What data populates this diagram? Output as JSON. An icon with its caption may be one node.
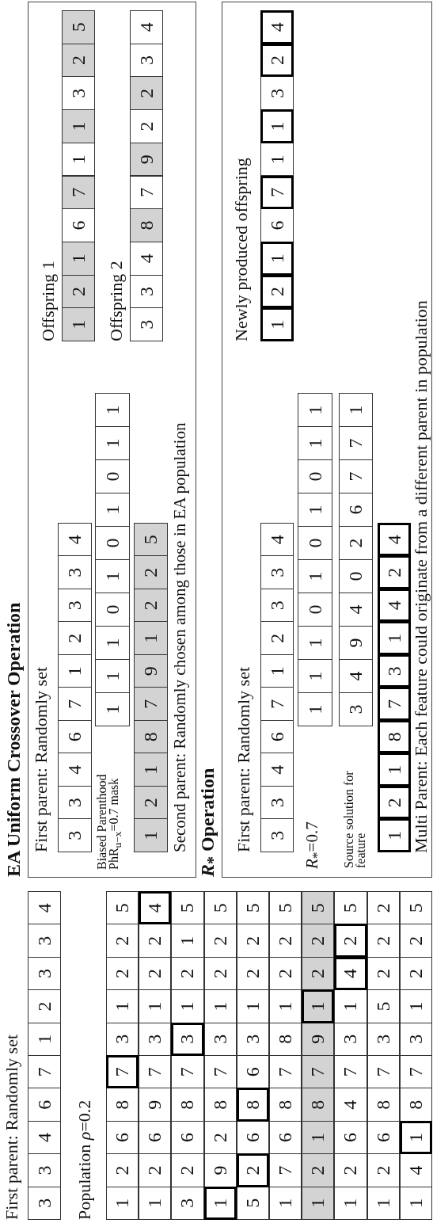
{
  "diagram": {
    "nodes": [
      {
        "text": [
          "3",
          "3",
          "4",
          "6",
          "7",
          "1",
          "2",
          "3",
          "3",
          "4"
        ],
        "beside": [
          "First parent: Randomly set"
        ]
      },
      {
        "text": [
          "1",
          "2",
          "6",
          "8",
          "7",
          "3",
          "1",
          "2",
          "2",
          "5"
        ]
      },
      {
        "text": [
          "1",
          "2",
          "6",
          "9",
          "7",
          "3",
          "1",
          "2",
          "2",
          "4"
        ]
      },
      {
        "text": [
          "3",
          "2",
          "6",
          "8",
          "7",
          "3",
          "1",
          "2",
          "1",
          "5"
        ]
      },
      {
        "text": [
          "1",
          "9",
          "2",
          "8",
          "7",
          "3",
          "1",
          "2",
          "2",
          "5"
        ]
      },
      {
        "text": [
          "5",
          "2",
          "6",
          "8",
          "6",
          "3",
          "1",
          "2",
          "2",
          "5"
        ]
      },
      {
        "text": [
          "1",
          "7",
          "6",
          "8",
          "7",
          "8",
          "1",
          "2",
          "2",
          "5"
        ]
      },
      {
        "text": [
          "1",
          "2",
          "1",
          "8",
          "7",
          "9",
          "1",
          "2",
          "2",
          "5"
        ]
      },
      {
        "text": [
          "1",
          "2",
          "6",
          "4",
          "7",
          "3",
          "1",
          "4",
          "2",
          "5"
        ]
      },
      {
        "text": [
          "1",
          "2",
          "6",
          "8",
          "7",
          "3",
          "5",
          "2",
          "2",
          "2"
        ]
      },
      {
        "text": [
          "1",
          "4",
          "1",
          "8",
          "7",
          "3",
          "1",
          "2",
          "2",
          "5"
        ]
      },
      {
        "text": [
          "EA Uniform Crossover Operation"
        ]
      },
      {
        "text": [
          "3",
          "3",
          "4",
          "6",
          "7",
          "1",
          "2",
          "3",
          "3",
          "4"
        ],
        "in": 11,
        "beside": [
          "First parent: Randomly set"
        ]
      },
      {
        "text": [
          "1",
          "1",
          "1",
          "0",
          "1",
          "0",
          "1",
          "0",
          "1",
          "1"
        ],
        "in": 11
      },
      {
        "text": [
          "1",
          "2",
          "1",
          "8",
          "7",
          "9",
          "1",
          "2",
          "2",
          "5"
        ],
        "in": 11,
        "beside": [
          "Second parent: Randomly chosen among those in EA population"
        ]
      },
      {
        "text": [
          "1",
          "2",
          "1",
          "6",
          "7",
          "1",
          "1",
          "3",
          "2",
          "5"
        ],
        "in": 11,
        "beside": [
          "Offspring 1"
        ]
      },
      {
        "text": [
          "3",
          "3",
          "4",
          "8",
          "7",
          "9",
          "2",
          "2",
          "3",
          "4"
        ],
        "in": 11,
        "beside": [
          "Offspring 2"
        ]
      },
      {
        "text": [
          "*R*$_{*}$ Operation"
        ]
      },
      {
        "text": [
          "3",
          "3",
          "4",
          "6",
          "7",
          "1",
          "2",
          "3",
          "3",
          "4"
        ],
        "in": 17,
        "beside": [
          "First parent: Randomly set"
        ]
      },
      {
        "text": [
          "1",
          "1",
          "1",
          "0",
          "1",
          "0",
          "1",
          "0",
          "1",
          "1"
        ],
        "in": 17
      },
      {
        "text": [
          "3",
          "4",
          "9",
          "4",
          "0",
          "2",
          "6",
          "7",
          "7",
          "1"
        ],
        "in": 17
      },
      {
        "text": [
          "1",
          "2",
          "1",
          "8",
          "7",
          "3",
          "1",
          "4",
          "2",
          "4"
        ],
        "in": 17,
        "beside": [
          "Source solution for feature"
        ]
      },
      {
        "text": [
          "1",
          "2",
          "1",
          "6",
          "7",
          "1",
          "1",
          "3",
          "2",
          "4"
        ],
        "in": 17,
        "beside": [
          "Newly produced offspring"
        ]
      }
    ],
    "labels": [
      "Population *ρ*=0.2",
      "Biased Parenthood PhR$_{u−x}$=0.7 mask",
      "*R*$_{*}$=0.7",
      "Multi Parent: Each feature could originate from a different parent in population"
    ]
  }
}
